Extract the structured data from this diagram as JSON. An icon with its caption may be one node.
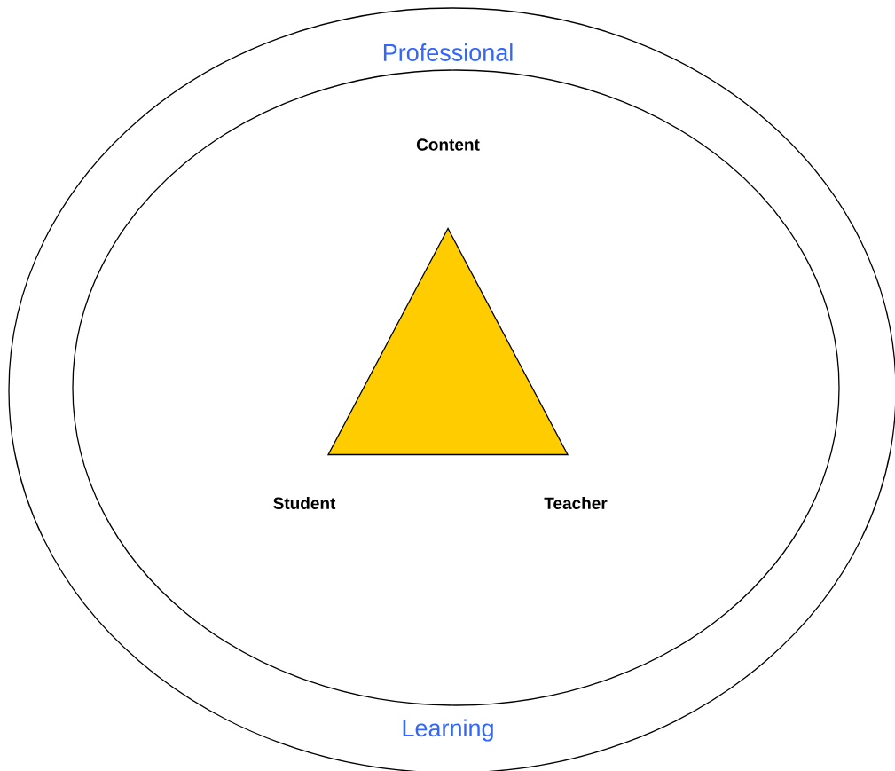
{
  "diagram": {
    "nodes": [
      {
        "text": [
          "Professional",
          "Learning"
        ]
      },
      {
        "text": [],
        "shape": "ellipse",
        "in": 0
      },
      {
        "text": [],
        "shape": "triangle",
        "in": 1
      }
    ],
    "labels": [
      "Content",
      "Student",
      "Teacher"
    ]
  }
}
